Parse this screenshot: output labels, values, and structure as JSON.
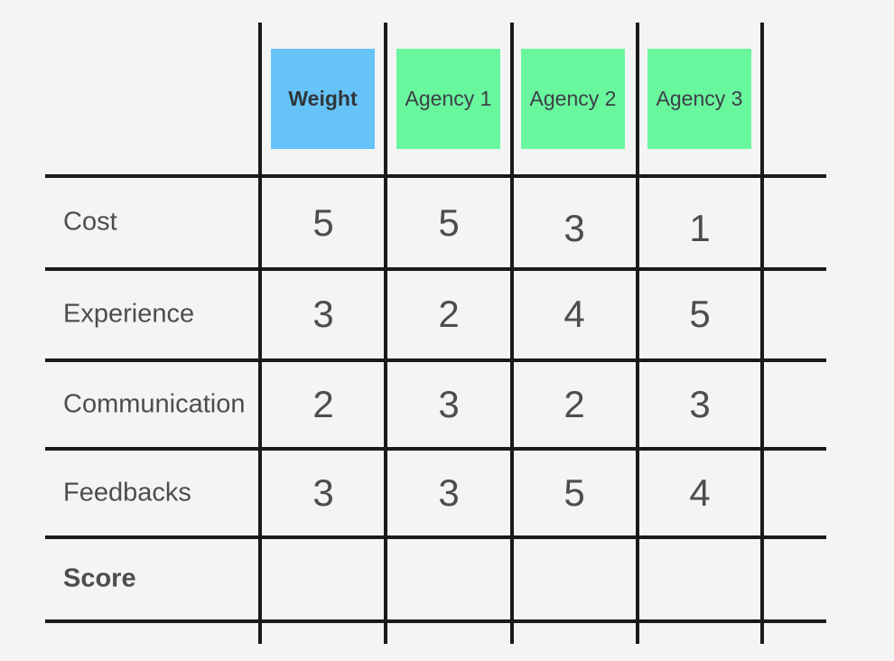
{
  "canvas": {
    "background_color": "#f4f4f5",
    "grid_line_color": "#1a1a1a",
    "text_color": "#4d4d4d"
  },
  "header": {
    "columns": [
      {
        "label": "Weight",
        "sticky_color": "#66c3f7",
        "type": "weight-column"
      },
      {
        "label": "Agency 1",
        "sticky_color": "#69f79e",
        "type": "option-column"
      },
      {
        "label": "Agency 2",
        "sticky_color": "#69f79e",
        "type": "option-column"
      },
      {
        "label": "Agency 3",
        "sticky_color": "#69f79e",
        "type": "option-column"
      }
    ]
  },
  "matrix": {
    "rows": [
      {
        "label": "Cost",
        "values": [
          "5",
          "5",
          "3",
          "1"
        ]
      },
      {
        "label": "Experience",
        "values": [
          "3",
          "2",
          "4",
          "5"
        ]
      },
      {
        "label": "Communication",
        "values": [
          "2",
          "3",
          "2",
          "3"
        ]
      },
      {
        "label": "Feedbacks",
        "values": [
          "3",
          "3",
          "5",
          "4"
        ]
      },
      {
        "label": "Score",
        "values": [
          "",
          "",
          "",
          ""
        ]
      }
    ]
  }
}
